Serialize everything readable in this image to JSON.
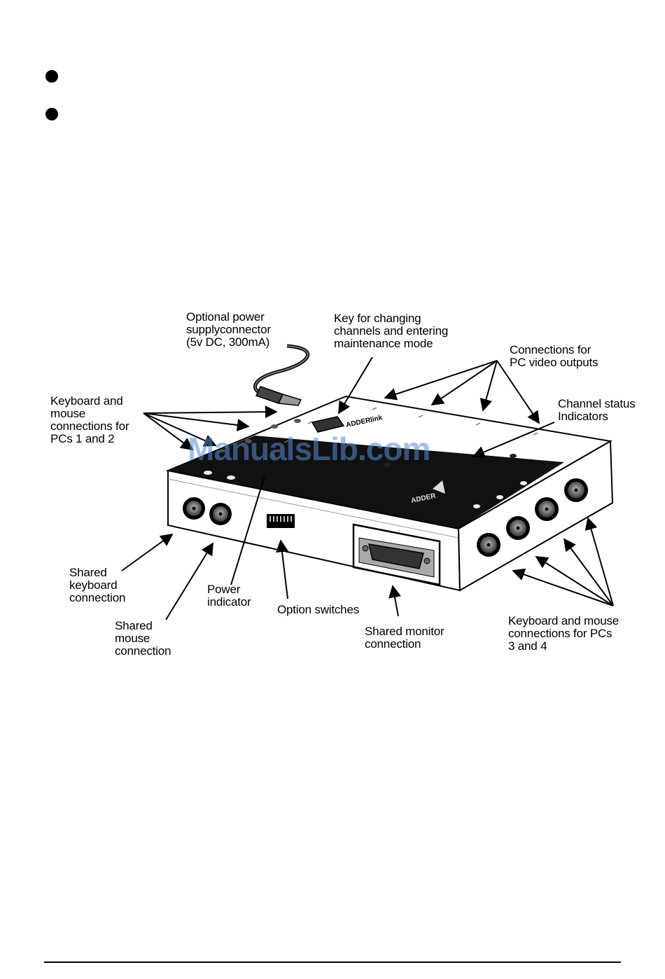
{
  "labels": {
    "power_supply": [
      "Optional power",
      "supplyconnector",
      "(5v DC, 300mA)"
    ],
    "key": [
      "Key for changing",
      "channels and entering",
      "maintenance mode"
    ],
    "video_outputs": [
      "Connections for",
      "PC video outputs"
    ],
    "kb_mouse_12": [
      "Keyboard and",
      "mouse",
      "connections for",
      "PCs 1 and 2"
    ],
    "channel_status": [
      "Channel status",
      "Indicators"
    ],
    "shared_keyboard": [
      "Shared",
      "keyboard",
      "connection"
    ],
    "shared_mouse": [
      "Shared",
      "mouse",
      "connection"
    ],
    "power_indicator": [
      "Power",
      "indicator"
    ],
    "option_switches": [
      "Option switches"
    ],
    "shared_monitor": [
      "Shared monitor",
      "connection"
    ],
    "kb_mouse_34": [
      "Keyboard and mouse",
      "connections for PCs",
      "3 and 4"
    ]
  },
  "device": {
    "brand_top": "ADDERlink",
    "brand_panel": "ADDER"
  },
  "watermark": "ManualsLib.com",
  "colors": {
    "ink": "#000000",
    "panel": "#111111",
    "paper": "#ffffff",
    "watermark": "#5a8cd2"
  }
}
